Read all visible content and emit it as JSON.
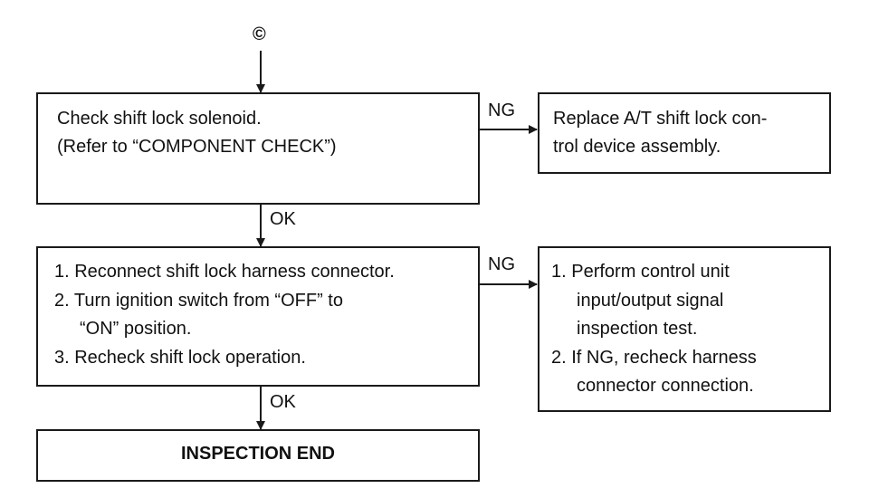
{
  "connector": {
    "marker": "©"
  },
  "box1": {
    "lines": [
      "Check shift lock solenoid.",
      "(Refer to “COMPONENT CHECK”)"
    ]
  },
  "ng_box1": {
    "lines": [
      "Replace A/T shift lock con-",
      "trol device assembly."
    ]
  },
  "box2": {
    "lines": [
      "1. Reconnect shift lock harness connector.",
      "2. Turn ignition switch from “OFF” to",
      "“ON” position.",
      "3. Recheck shift lock operation."
    ]
  },
  "ng_box2": {
    "lines": [
      "1. Perform control unit",
      "input/output signal",
      "inspection test.",
      "2. If NG, recheck harness",
      "connector connection."
    ]
  },
  "end_box": {
    "label": "INSPECTION END"
  },
  "labels": {
    "ng1": "NG",
    "ng2": "NG",
    "ok1": "OK",
    "ok2": "OK"
  }
}
